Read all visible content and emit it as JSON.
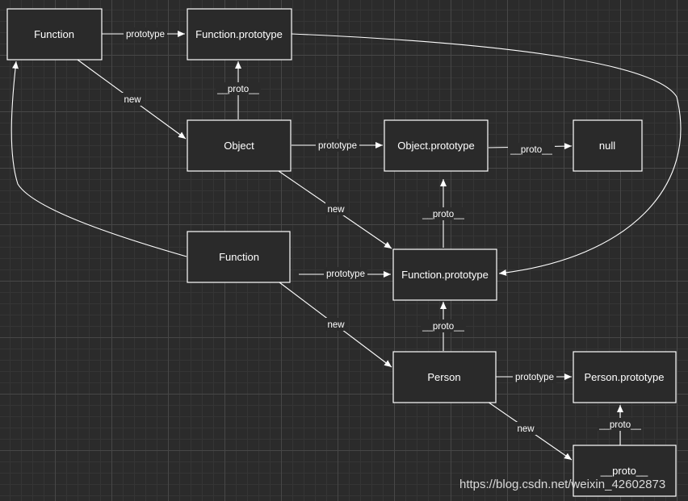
{
  "nodes": {
    "function_top": "Function",
    "function_prototype_top": "Function.prototype",
    "object": "Object",
    "object_prototype": "Object.prototype",
    "null": "null",
    "function_mid": "Function",
    "function_prototype_mid": "Function.prototype",
    "person": "Person",
    "person_prototype": "Person.prototype",
    "person_instance": "__proto__"
  },
  "edge_labels": {
    "prototype": "prototype",
    "new": "new",
    "proto": "__proto__"
  },
  "watermark": "https://blog.csdn.net/weixin_42602873"
}
